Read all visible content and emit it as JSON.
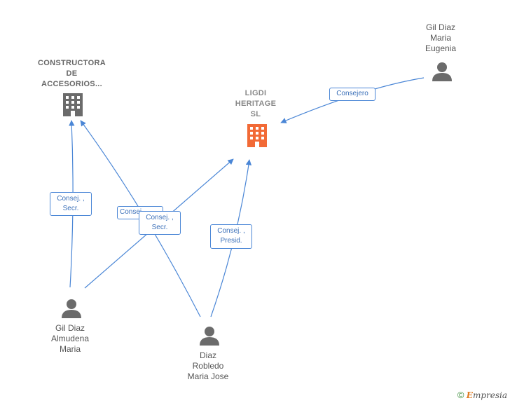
{
  "nodes": {
    "constructora": {
      "label": [
        "CONSTRUCTORA",
        "DE",
        "ACCESORIOS..."
      ]
    },
    "ligdi": {
      "label": [
        "LIGDI",
        "HERITAGE",
        "SL"
      ]
    },
    "gil_diaz_maria_eugenia": {
      "label": [
        "Gil Diaz",
        "Maria",
        "Eugenia"
      ]
    },
    "gil_diaz_almudena": {
      "label": [
        "Gil Diaz",
        "Almudena",
        "Maria"
      ]
    },
    "diaz_robledo": {
      "label": [
        "Diaz",
        "Robledo",
        "Maria Jose"
      ]
    }
  },
  "edges": {
    "consejero": {
      "label": [
        "Consejero"
      ]
    },
    "almudena_secr": {
      "label": [
        "Consej. ,",
        "Secr."
      ]
    },
    "hidden_consej": {
      "label": [
        "Consej. ,"
      ]
    },
    "robledo_secr": {
      "label": [
        "Consej. ,",
        "Secr."
      ]
    },
    "robledo_presid": {
      "label": [
        "Consej. ,",
        "Presid."
      ]
    }
  },
  "colors": {
    "edge": "#4a86d6",
    "company_icon": "#6b6b6b",
    "main_company_icon": "#f26a36",
    "person_icon": "#6b6b6b"
  },
  "footer": {
    "copyright": "©",
    "brand_first": "E",
    "brand_rest": "mpresia"
  }
}
